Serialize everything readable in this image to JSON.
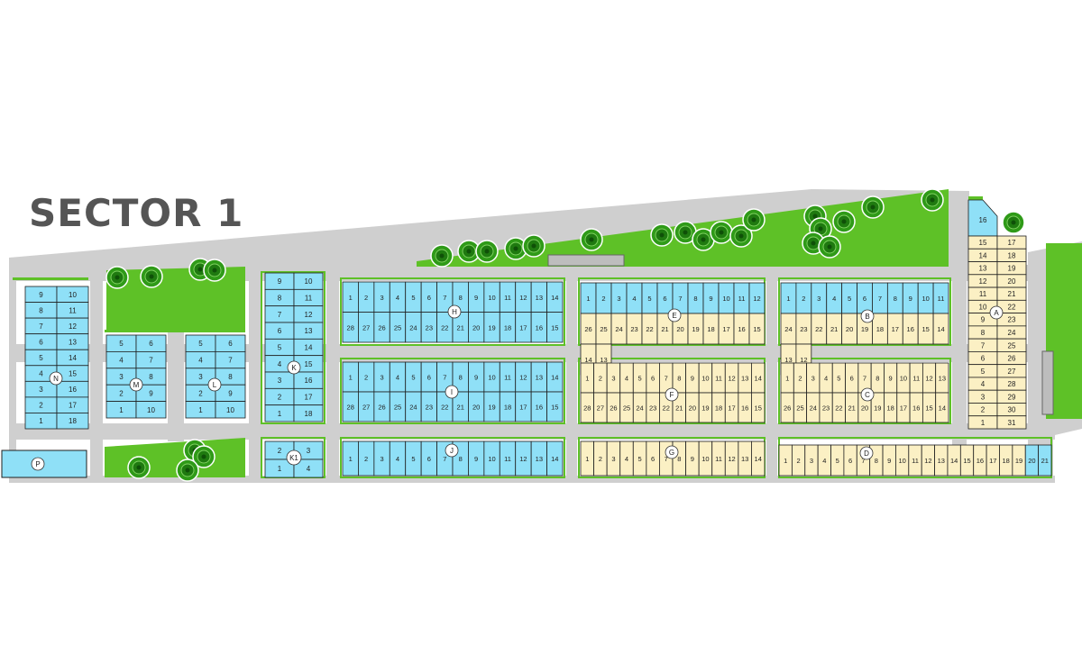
{
  "title": "SECTOR 1",
  "colors": {
    "available": "#8fe0f7",
    "reserved": "#fbf0c4",
    "green": "#5ec127",
    "road": "#cfcfcf",
    "lot_border": "#1f1f1f",
    "tree": "#2f9a18"
  },
  "legend_labels": {
    "available": "",
    "reserved": ""
  },
  "blocks": [
    {
      "id": "N",
      "status": "available",
      "lots": [
        "9",
        "10",
        "8",
        "11",
        "7",
        "12",
        "6",
        "13",
        "5",
        "14",
        "4",
        "15",
        "3",
        "16",
        "2",
        "17",
        "1",
        "18"
      ]
    },
    {
      "id": "M",
      "status": "available",
      "lots": [
        "5",
        "6",
        "4",
        "7",
        "3",
        "8",
        "2",
        "9",
        "1",
        "10"
      ]
    },
    {
      "id": "L",
      "status": "available",
      "lots": [
        "5",
        "6",
        "4",
        "7",
        "3",
        "8",
        "2",
        "9",
        "1",
        "10"
      ]
    },
    {
      "id": "K",
      "status": "available",
      "lots": [
        "9",
        "10",
        "8",
        "11",
        "7",
        "12",
        "6",
        "13",
        "5",
        "14",
        "4",
        "15",
        "3",
        "16",
        "2",
        "17",
        "1",
        "18"
      ]
    },
    {
      "id": "K1",
      "status": "available",
      "lots": [
        "2",
        "3",
        "1",
        "4"
      ]
    },
    {
      "id": "P",
      "status": "available",
      "lots": []
    },
    {
      "id": "H",
      "status": "available",
      "lots": [
        "1",
        "2",
        "3",
        "4",
        "5",
        "6",
        "7",
        "8",
        "9",
        "10",
        "11",
        "12",
        "13",
        "14",
        "28",
        "27",
        "26",
        "25",
        "24",
        "23",
        "22",
        "21",
        "20",
        "19",
        "18",
        "17",
        "16",
        "15"
      ]
    },
    {
      "id": "I",
      "status": "available",
      "lots": [
        "1",
        "2",
        "3",
        "4",
        "5",
        "6",
        "7",
        "8",
        "9",
        "10",
        "11",
        "12",
        "13",
        "14",
        "28",
        "27",
        "26",
        "25",
        "24",
        "23",
        "22",
        "21",
        "20",
        "19",
        "18",
        "17",
        "16",
        "15"
      ]
    },
    {
      "id": "J",
      "status": "available",
      "lots": [
        "1",
        "2",
        "3",
        "4",
        "5",
        "6",
        "7",
        "8",
        "9",
        "10",
        "11",
        "12",
        "13",
        "14"
      ]
    },
    {
      "id": "E",
      "status": "mixed",
      "lots": [
        "1",
        "2",
        "3",
        "4",
        "5",
        "6",
        "7",
        "8",
        "9",
        "10",
        "11",
        "12",
        "26",
        "25",
        "24",
        "23",
        "22",
        "21",
        "20",
        "19",
        "18",
        "17",
        "16",
        "15",
        "14",
        "13"
      ]
    },
    {
      "id": "F",
      "status": "reserved",
      "lots": [
        "1",
        "2",
        "3",
        "4",
        "5",
        "6",
        "7",
        "8",
        "9",
        "10",
        "11",
        "12",
        "13",
        "14",
        "28",
        "27",
        "26",
        "25",
        "24",
        "23",
        "22",
        "21",
        "20",
        "19",
        "18",
        "17",
        "16",
        "15"
      ]
    },
    {
      "id": "G",
      "status": "reserved",
      "lots": [
        "1",
        "2",
        "3",
        "4",
        "5",
        "6",
        "7",
        "8",
        "9",
        "10",
        "11",
        "12",
        "13",
        "14"
      ]
    },
    {
      "id": "B",
      "status": "mixed",
      "lots": [
        "1",
        "2",
        "3",
        "4",
        "5",
        "6",
        "7",
        "8",
        "9",
        "10",
        "11",
        "24",
        "23",
        "22",
        "21",
        "20",
        "19",
        "18",
        "17",
        "16",
        "15",
        "14",
        "13",
        "12"
      ]
    },
    {
      "id": "C",
      "status": "reserved",
      "lots": [
        "1",
        "2",
        "3",
        "4",
        "5",
        "6",
        "7",
        "8",
        "9",
        "10",
        "11",
        "12",
        "13",
        "26",
        "25",
        "24",
        "23",
        "22",
        "21",
        "20",
        "19",
        "18",
        "17",
        "16",
        "15",
        "14"
      ]
    },
    {
      "id": "D",
      "status": "reserved",
      "lots": [
        "1",
        "2",
        "3",
        "4",
        "5",
        "6",
        "7",
        "8",
        "9",
        "10",
        "11",
        "12",
        "13",
        "14",
        "15",
        "16",
        "17",
        "18",
        "19",
        "20",
        "21"
      ],
      "available_lots": [
        "20",
        "21"
      ]
    },
    {
      "id": "A",
      "status": "reserved",
      "lots": [
        "16",
        "15",
        "17",
        "14",
        "18",
        "13",
        "19",
        "12",
        "20",
        "11",
        "21",
        "10",
        "22",
        "9",
        "23",
        "8",
        "24",
        "7",
        "25",
        "6",
        "26",
        "5",
        "27",
        "4",
        "28",
        "3",
        "29",
        "2",
        "30",
        "1",
        "31"
      ],
      "available_lots": [
        "16"
      ]
    }
  ]
}
